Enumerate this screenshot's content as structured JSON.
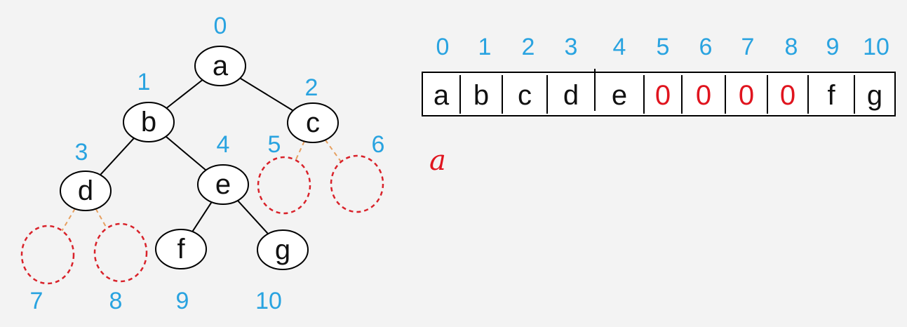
{
  "colors": {
    "index": "#29a3e0",
    "placeholder": "#e0141e",
    "missing_node": "#d9222a",
    "missing_edge": "#e6a060",
    "background": "#f3f3f3"
  },
  "tree": {
    "nodes": [
      {
        "id": "a",
        "label": "a",
        "index": "0",
        "present": true
      },
      {
        "id": "b",
        "label": "b",
        "index": "1",
        "present": true
      },
      {
        "id": "c",
        "label": "c",
        "index": "2",
        "present": true
      },
      {
        "id": "d",
        "label": "d",
        "index": "3",
        "present": true
      },
      {
        "id": "e",
        "label": "e",
        "index": "4",
        "present": true
      },
      {
        "id": "n5",
        "label": "",
        "index": "5",
        "present": false
      },
      {
        "id": "n6",
        "label": "",
        "index": "6",
        "present": false
      },
      {
        "id": "n7",
        "label": "",
        "index": "7",
        "present": false
      },
      {
        "id": "n8",
        "label": "",
        "index": "8",
        "present": false
      },
      {
        "id": "f",
        "label": "f",
        "index": "9",
        "present": true
      },
      {
        "id": "g",
        "label": "g",
        "index": "10",
        "present": true
      }
    ],
    "edges": [
      {
        "from": "a",
        "to": "b",
        "style": "solid"
      },
      {
        "from": "a",
        "to": "c",
        "style": "solid"
      },
      {
        "from": "b",
        "to": "d",
        "style": "solid"
      },
      {
        "from": "b",
        "to": "e",
        "style": "solid"
      },
      {
        "from": "c",
        "to": "n5",
        "style": "dashed"
      },
      {
        "from": "c",
        "to": "n6",
        "style": "dashed"
      },
      {
        "from": "d",
        "to": "n7",
        "style": "dashed"
      },
      {
        "from": "d",
        "to": "n8",
        "style": "dashed"
      },
      {
        "from": "e",
        "to": "f",
        "style": "solid"
      },
      {
        "from": "e",
        "to": "g",
        "style": "solid"
      }
    ]
  },
  "array": {
    "indices": [
      "0",
      "1",
      "2",
      "3",
      "4",
      "5",
      "6",
      "7",
      "8",
      "9",
      "10"
    ],
    "cells": [
      {
        "value": "a",
        "placeholder": false
      },
      {
        "value": "b",
        "placeholder": false
      },
      {
        "value": "c",
        "placeholder": false
      },
      {
        "value": "d",
        "placeholder": false
      },
      {
        "value": "e",
        "placeholder": false
      },
      {
        "value": "0",
        "placeholder": true
      },
      {
        "value": "0",
        "placeholder": true
      },
      {
        "value": "0",
        "placeholder": true
      },
      {
        "value": "0",
        "placeholder": true
      },
      {
        "value": "f",
        "placeholder": false
      },
      {
        "value": "g",
        "placeholder": false
      }
    ]
  },
  "handwritten_note": "a"
}
